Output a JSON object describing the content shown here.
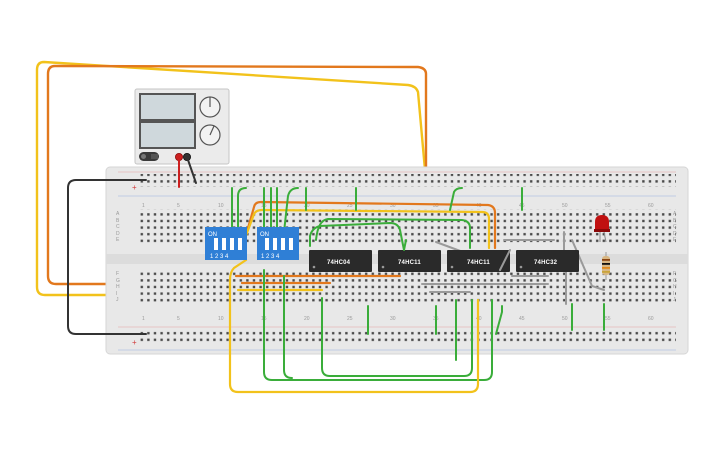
{
  "breadboard": {
    "row_labels_top": [
      "A",
      "B",
      "C",
      "D",
      "E"
    ],
    "row_labels_bottom": [
      "F",
      "G",
      "H",
      "I",
      "J"
    ],
    "column_numbers": [
      "1",
      "5",
      "10",
      "15",
      "20",
      "25",
      "30",
      "35",
      "40",
      "45",
      "50",
      "55",
      "60"
    ],
    "rail_plus_top": "+",
    "rail_plus_bottom": "+"
  },
  "chips": [
    {
      "label": "74HC04"
    },
    {
      "label": "74HC11"
    },
    {
      "label": "74HC11"
    },
    {
      "label": "74HC32"
    }
  ],
  "dip_switches": [
    {
      "on_label": "ON",
      "numbers": "1 2 3 4"
    },
    {
      "on_label": "ON",
      "numbers": "1 2 3 4"
    }
  ],
  "colors": {
    "board": "#e8e8e8",
    "wire_yellow": "#f2c21b",
    "wire_orange": "#e2781d",
    "wire_green": "#3aad3a",
    "wire_black": "#333333",
    "wire_red": "#cc1f1f",
    "chip": "#2a2a2a",
    "dip": "#2f7fd6",
    "led": "#c01010"
  }
}
